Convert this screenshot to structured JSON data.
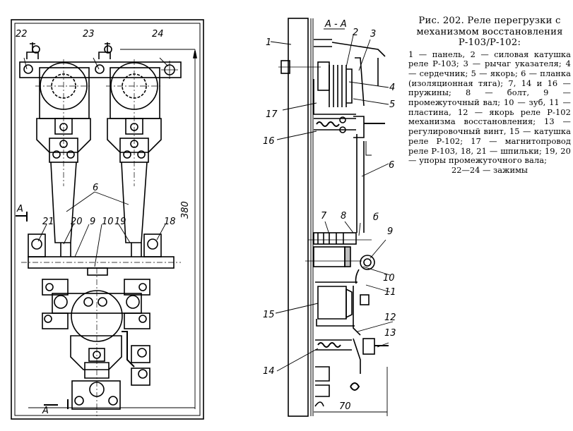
{
  "figure": {
    "title": "Рис. 202. Реле перегрузки с механизмом восстановления Р-103/Р-102:",
    "legend_text": "1 — панель, 2 — силовая катушка реле Р-103; 3 — рычаг указателя; 4 — сердечник; 5 — якорь; 6 — планка (изоляционная тяга); 7, 14 и 16 — пружины; 8 — болт, 9 — промежуточный вал; 10 — зуб, 11 — пластина, 12 — якорь реле Р-102 механизма восстановления; 13 — регулировочный винт, 15 — катушка реле Р-102; 17 — магнитопровод реле Р-103, 18, 21 — шпильки; 19, 20 — упоры промежуточного вала;",
    "legend_last": "22—24 — зажимы"
  },
  "front_view": {
    "labels": {
      "l22": "22",
      "l23": "23",
      "l24": "24",
      "l6": "6",
      "l21": "21",
      "l20": "20",
      "l9": "9",
      "l10": "10",
      "l19": "19",
      "l18": "18",
      "section_top": "A",
      "section_bottom": "A",
      "dimension_height": "380"
    }
  },
  "section_view": {
    "title": "A - A",
    "labels": {
      "l1": "1",
      "l2": "2",
      "l3": "3",
      "l4": "4",
      "l5": "5",
      "l17": "17",
      "l16": "16",
      "l6": "6",
      "l7": "7",
      "l8": "8",
      "l_delta": "б",
      "l9": "9",
      "l10": "10",
      "l11": "11",
      "l15": "15",
      "l12": "12",
      "l13": "13",
      "l14": "14",
      "dimension_width": "70"
    }
  }
}
